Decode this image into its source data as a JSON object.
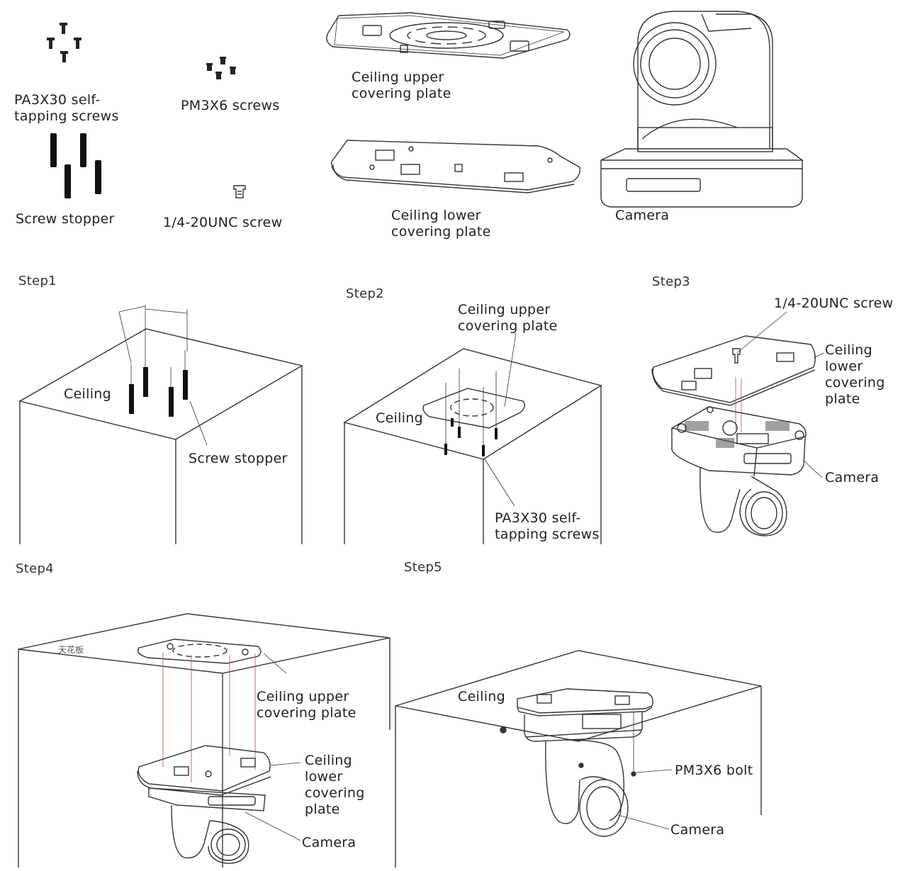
{
  "parts": {
    "pa3x30": "PA3X30 self-\ntapping screws",
    "pm3x6": "PM3X6 screws",
    "stopper": "Screw stopper",
    "unc": "1/4-20UNC screw",
    "upper_plate": "Ceiling upper\ncovering plate",
    "lower_plate": "Ceiling lower\ncovering plate",
    "camera": "Camera"
  },
  "step1": {
    "title": "Step1",
    "ceiling": "Ceiling",
    "stopper": "Screw stopper"
  },
  "step2": {
    "title": "Step2",
    "upper_plate": "Ceiling upper\ncovering plate",
    "ceiling": "Ceiling",
    "screws": "PA3X30 self-\ntapping screws"
  },
  "step3": {
    "title": "Step3",
    "unc": "1/4-20UNC screw",
    "lower_plate": "Ceiling\nlower\ncovering\nplate",
    "camera": "Camera"
  },
  "step4": {
    "title": "Step4",
    "ceiling_cn": "天花板",
    "upper_plate": "Ceiling upper\ncovering plate",
    "lower_plate": "Ceiling\nlower\ncovering\nplate",
    "camera": "Camera"
  },
  "step5": {
    "title": "Step5",
    "ceiling": "Ceiling",
    "bolt": "PM3X6 bolt",
    "camera": "Camera"
  },
  "colors": {
    "line": "#333333",
    "guide": "#d9534f"
  }
}
